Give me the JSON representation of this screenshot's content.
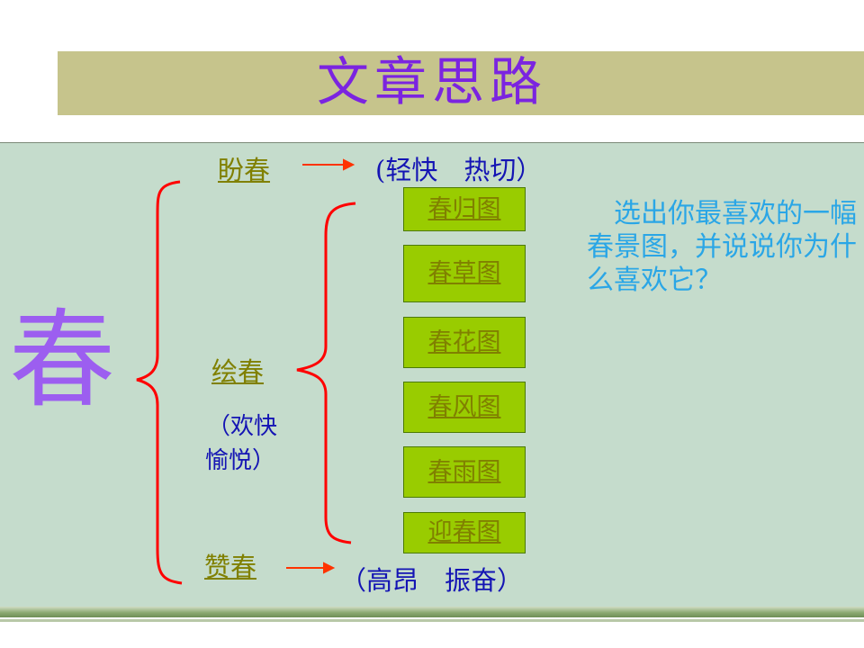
{
  "title": "文章思路",
  "main_char": "春",
  "branches": {
    "pan_chun": {
      "label": "盼春",
      "mood": "(轻快　热切）"
    },
    "hui_chun": {
      "label": "绘春",
      "mood_line1": "（欢快",
      "mood_line2": "愉悦）"
    },
    "zan_chun": {
      "label": "赞春",
      "mood": "（高昂　振奋）"
    }
  },
  "pictures": [
    "春归图",
    "春草图",
    "春花图",
    "春风图",
    "春雨图",
    "迎春图"
  ],
  "prompt": "　选出你最喜欢的一幅春景图，并说说你为什么喜欢它？",
  "colors": {
    "title": "#7b24e0",
    "bracket": "#ff0000",
    "box_fill": "#99cc00",
    "link": "#808000",
    "prompt": "#2aa6e6"
  }
}
